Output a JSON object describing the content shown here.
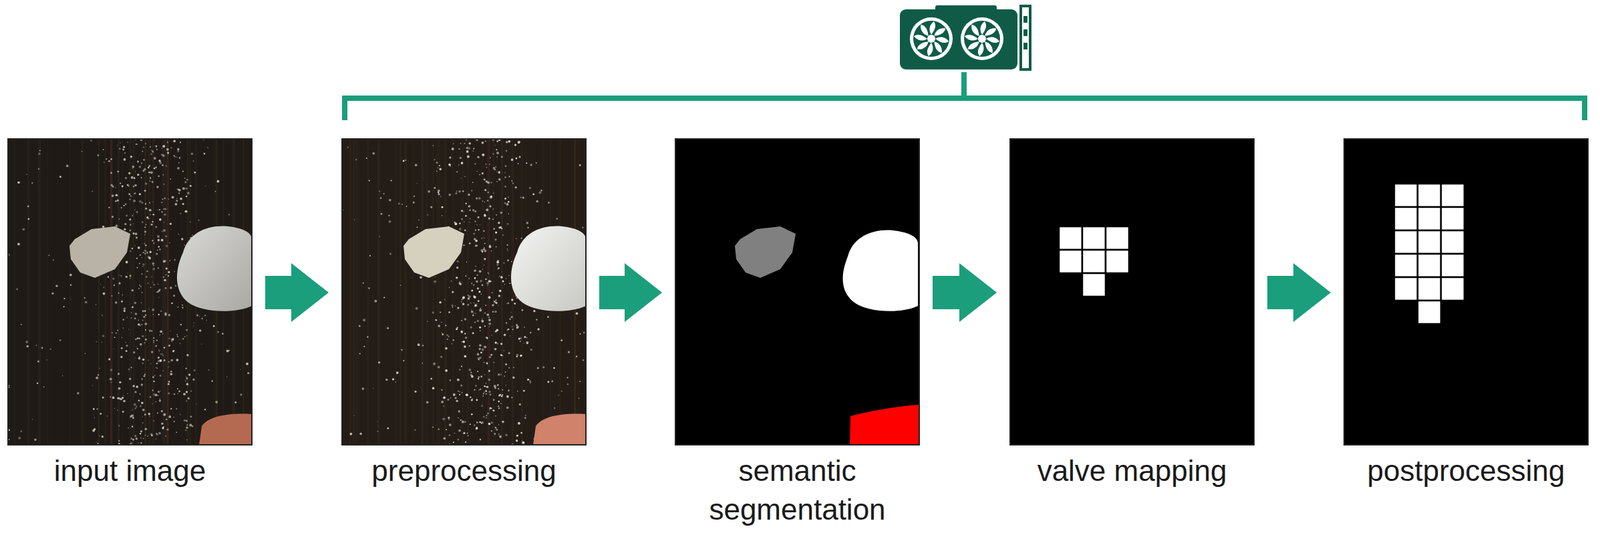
{
  "diagram": {
    "nodes": [
      {
        "text": [
          "input image"
        ]
      },
      {
        "text": [
          "preprocessing"
        ]
      },
      {
        "text": [
          "semantic segmentation"
        ]
      },
      {
        "text": [
          "valve mapping"
        ]
      },
      {
        "text": [
          "postprocessing"
        ]
      }
    ],
    "edges": [
      {
        "from": 0,
        "to": 1,
        "arrow": "to"
      },
      {
        "from": 1,
        "to": 2,
        "arrow": "to"
      },
      {
        "from": 2,
        "to": 3,
        "arrow": "to"
      },
      {
        "from": 3,
        "to": 4,
        "arrow": "to"
      }
    ]
  }
}
